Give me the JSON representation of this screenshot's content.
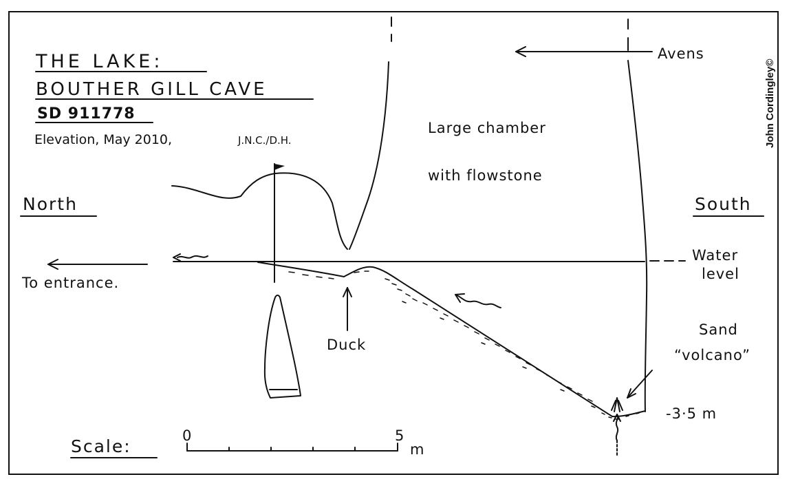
{
  "title": {
    "line1": "THE LAKE:",
    "line2": "BOUTHER GILL CAVE",
    "grid_ref": "SD 911778",
    "elevation_prefix": "Elevation, May 2010,",
    "surveyors": "J.N.C./D.H."
  },
  "credit": "John Cordingley©",
  "labels": {
    "north": "North",
    "south": "South",
    "to_entrance": "To entrance.",
    "avens": "Avens",
    "chamber_line1": "Large chamber",
    "chamber_line2": "with flowstone",
    "water_level_line1": "Water",
    "water_level_line2": "level",
    "duck": "Duck",
    "sand_volcano_line1": "Sand",
    "sand_volcano_line2": "“volcano”",
    "depth": "-3·5 m"
  },
  "scale": {
    "label": "Scale:",
    "start": "0",
    "end": "5",
    "unit": "m"
  }
}
